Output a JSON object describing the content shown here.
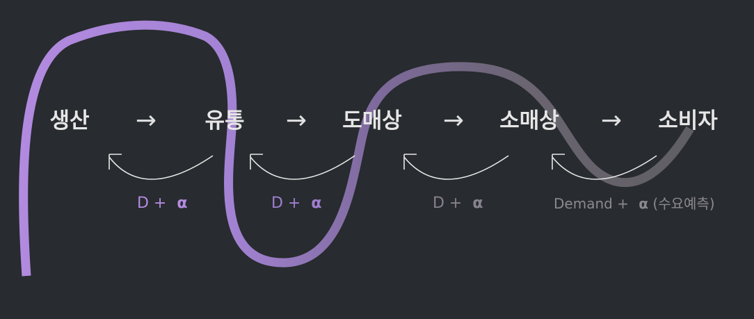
{
  "flow": {
    "nodes": [
      "생산",
      "유통",
      "도매상",
      "소매상",
      "소비자"
    ],
    "arrow_glyph": "→",
    "feedback": [
      {
        "text": "D + ",
        "alpha": "α",
        "suffix": "",
        "color": "#b38be0"
      },
      {
        "text": "D + ",
        "alpha": "α",
        "suffix": "",
        "color": "#a07fd0"
      },
      {
        "text": "D + ",
        "alpha": "α",
        "suffix": "",
        "color": "#86828f"
      },
      {
        "text": "Demand + ",
        "alpha": "α",
        "suffix": " (수요예측)",
        "color": "#8a8a8e"
      }
    ]
  },
  "colors": {
    "background": "#282b2f",
    "wave_start": "#b38be0",
    "wave_mid": "#8a70b0",
    "wave_end": "#5e5e62",
    "node_text": "#e6e6e6",
    "curve_arrow": "#e8e8e8"
  }
}
